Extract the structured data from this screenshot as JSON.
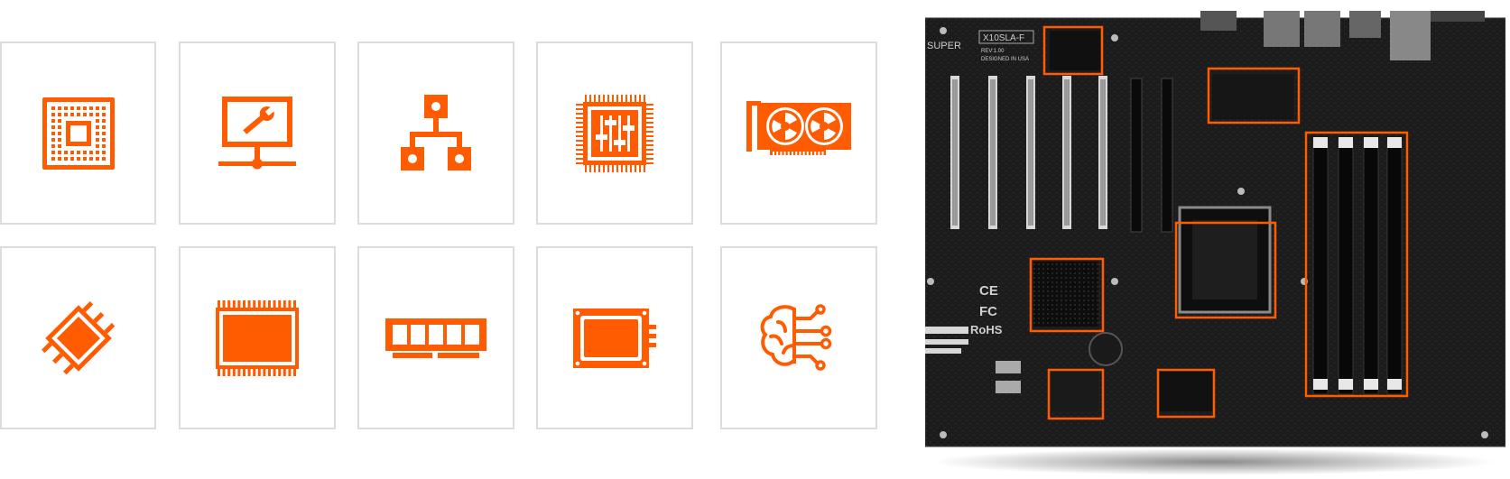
{
  "accent_color": "#ff5b00",
  "tile_border_color": "#dcdcdc",
  "tiles": [
    {
      "id": "cpu-socket",
      "icon": "cpu-socket-icon"
    },
    {
      "id": "remote-management",
      "icon": "monitor-wrench-icon"
    },
    {
      "id": "network-topology",
      "icon": "network-tree-icon"
    },
    {
      "id": "bios-settings",
      "icon": "chip-sliders-icon"
    },
    {
      "id": "gpu-card",
      "icon": "graphics-card-icon"
    },
    {
      "id": "chipset",
      "icon": "chip-diamond-icon"
    },
    {
      "id": "flash-chip",
      "icon": "flat-chip-icon"
    },
    {
      "id": "memory-module",
      "icon": "ram-module-icon"
    },
    {
      "id": "storage-drive",
      "icon": "ssd-icon"
    },
    {
      "id": "ai-brain",
      "icon": "brain-circuit-icon"
    }
  ],
  "motherboard": {
    "brand": "SUPER",
    "model": "X10SLA-F",
    "revision": "REV:1.00",
    "designed_in": "DESIGNED IN USA",
    "cert_ce": "CE",
    "cert_fcc": "FC",
    "rohs": "RoHS"
  }
}
